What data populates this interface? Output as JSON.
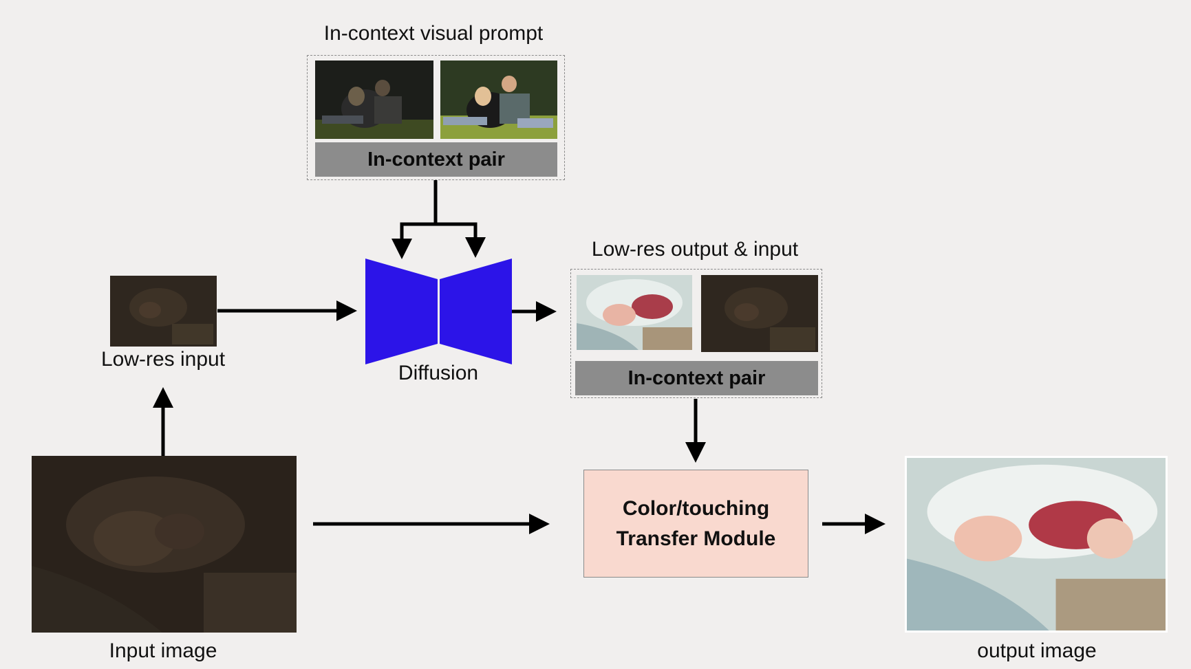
{
  "top_prompt": {
    "title": "In-context visual prompt",
    "pair_label": "In-context pair"
  },
  "lowres_pair": {
    "title": "Low-res output & input",
    "pair_label": "In-context pair"
  },
  "lowres_input": {
    "label": "Low-res input"
  },
  "diffusion": {
    "label": "Diffusion",
    "color": "#2c14e8"
  },
  "input_image": {
    "label": "Input image"
  },
  "output_image": {
    "label": "output image"
  },
  "transfer_module": {
    "line1": "Color/touching",
    "line2": "Transfer Module",
    "fill": "#f9d9cf"
  }
}
